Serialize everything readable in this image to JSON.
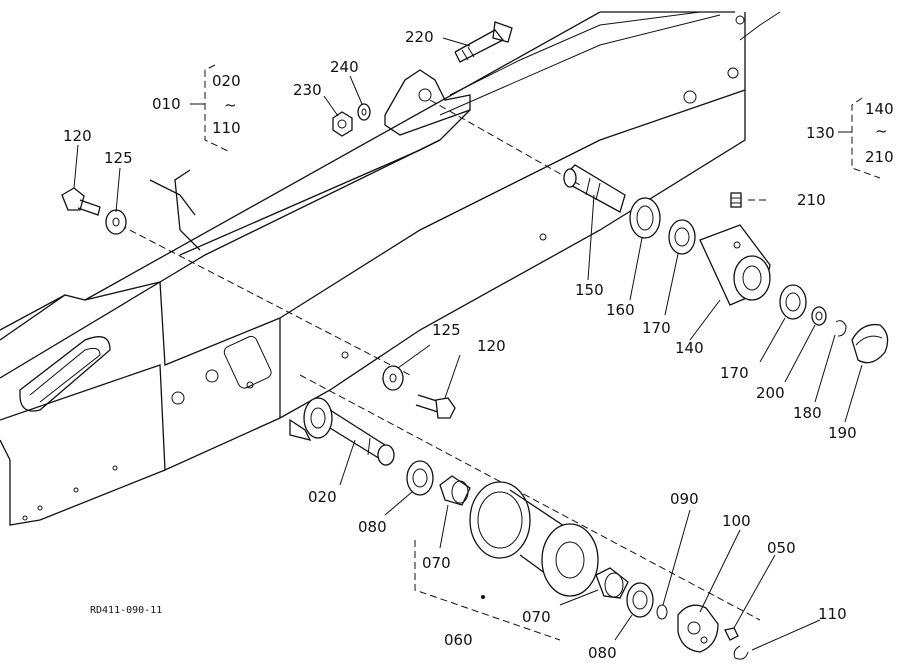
{
  "diagram": {
    "callouts": [
      {
        "id": "c010",
        "text": "010"
      },
      {
        "id": "c020a",
        "text": "020"
      },
      {
        "id": "c110a",
        "text": "110"
      },
      {
        "id": "tildeA",
        "text": "~"
      },
      {
        "id": "c220",
        "text": "220"
      },
      {
        "id": "c240",
        "text": "240"
      },
      {
        "id": "c230",
        "text": "230"
      },
      {
        "id": "c120a",
        "text": "120"
      },
      {
        "id": "c125a",
        "text": "125"
      },
      {
        "id": "c130",
        "text": "130"
      },
      {
        "id": "c140a",
        "text": "140"
      },
      {
        "id": "tildeB",
        "text": "~"
      },
      {
        "id": "c210a",
        "text": "210"
      },
      {
        "id": "c210b",
        "text": "210"
      },
      {
        "id": "c150",
        "text": "150"
      },
      {
        "id": "c160",
        "text": "160"
      },
      {
        "id": "c170a",
        "text": "170"
      },
      {
        "id": "c140b",
        "text": "140"
      },
      {
        "id": "c170b",
        "text": "170"
      },
      {
        "id": "c200",
        "text": "200"
      },
      {
        "id": "c180",
        "text": "180"
      },
      {
        "id": "c190",
        "text": "190"
      },
      {
        "id": "c125b",
        "text": "125"
      },
      {
        "id": "c120b",
        "text": "120"
      },
      {
        "id": "c020b",
        "text": "020"
      },
      {
        "id": "c080a",
        "text": "080"
      },
      {
        "id": "c070a",
        "text": "070"
      },
      {
        "id": "c090",
        "text": "090"
      },
      {
        "id": "c100",
        "text": "100"
      },
      {
        "id": "c050",
        "text": "050"
      },
      {
        "id": "c110b",
        "text": "110"
      },
      {
        "id": "c070b",
        "text": "070"
      },
      {
        "id": "c060",
        "text": "060"
      },
      {
        "id": "c080b",
        "text": "080"
      }
    ],
    "drawing_code": "RD411-090-11"
  }
}
